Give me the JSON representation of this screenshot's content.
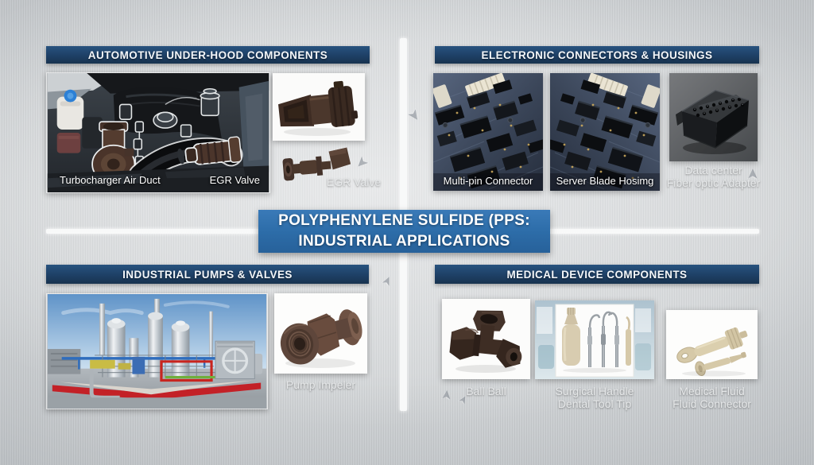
{
  "title": {
    "line1": "POLYPHENYLENE SULFIDE (PPS:",
    "line2": "INDUSTRIAL APPLICATIONS"
  },
  "colors": {
    "header_navy": "#1e4066",
    "title_blue": "#2d6da9"
  },
  "automotive": {
    "header": "AUTOMOTIVE UNDER-HOOD COMPONENTS",
    "engine_label_left": "Turbocharger Air Duct",
    "engine_label_right": "EGR Valve",
    "part_label": "EGR Valve"
  },
  "electronics": {
    "header": "ELECTRONIC CONNECTORS & HOUSINGS",
    "board1_label": "Multi-pin Connector",
    "board2_label": "Server Blade Hosimg",
    "adapter_label_line1": "Data center",
    "adapter_label_line2": "Fiber optic Adapter"
  },
  "pumps": {
    "header": "INDUSTRIAL PUMPS & VALVES",
    "impeller_label": "Pump Impeler"
  },
  "medical": {
    "header": "MEDICAL DEVICE COMPONENTS",
    "fitting_label": "Ball Ball",
    "tools_label_line1": "Surgical Handle",
    "tools_label_line2": "Dental Tool Tip",
    "connector_label_line1": "Medical Fluid",
    "connector_label_line2": "Fluid Connector"
  }
}
